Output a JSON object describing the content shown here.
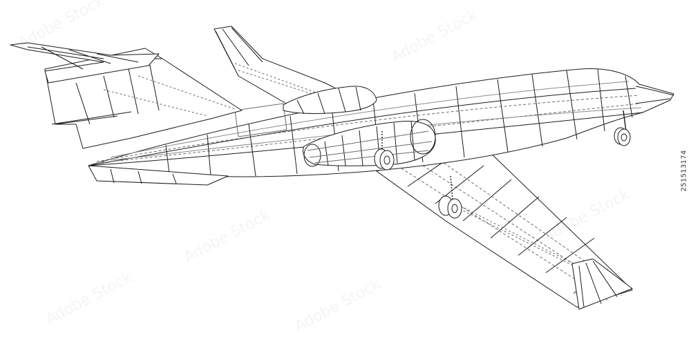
{
  "image": {
    "subject": "airplane-wireframe",
    "colors": {
      "background": "#ffffff",
      "line": "#1a1a1a",
      "hidden_line": "#6a6a6a",
      "watermark": "#000000"
    }
  },
  "stock_id": "251513174",
  "watermark_text": "Adobe Stock"
}
